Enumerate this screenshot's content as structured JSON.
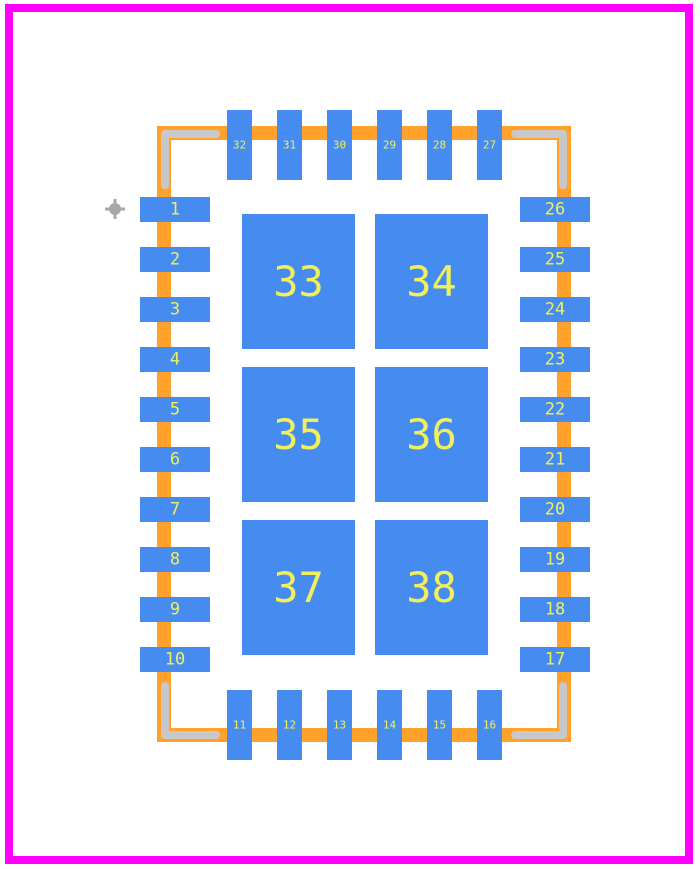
{
  "colors": {
    "border": "#ff00ff",
    "silkscreen": "#ffa12b",
    "courtyard_corner": "#c8c8c8",
    "pad": "#468cf0",
    "pad_label": "#f2f05a",
    "pin1_marker": "#a8a8a8"
  },
  "footprint": {
    "left_pins": [
      "1",
      "2",
      "3",
      "4",
      "5",
      "6",
      "7",
      "8",
      "9",
      "10"
    ],
    "bottom_pins": [
      "11",
      "12",
      "13",
      "14",
      "15",
      "16"
    ],
    "right_pins": [
      "17",
      "18",
      "19",
      "20",
      "21",
      "22",
      "23",
      "24",
      "25",
      "26"
    ],
    "top_pins": [
      "27",
      "28",
      "29",
      "30",
      "31",
      "32"
    ],
    "thermal_pads": [
      "33",
      "34",
      "35",
      "36",
      "37",
      "38"
    ]
  }
}
